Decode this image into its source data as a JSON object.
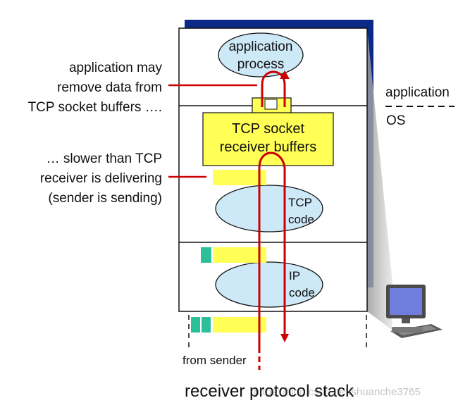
{
  "annotations": {
    "app_remove": [
      "application may",
      "remove data from",
      "TCP socket buffers …."
    ],
    "slower": [
      "… slower than TCP",
      "receiver is delivering",
      "(sender is sending)"
    ]
  },
  "side_labels": {
    "application": "application",
    "os": "OS"
  },
  "stack": {
    "app_process": [
      "application",
      "process"
    ],
    "tcp_buffers": [
      "TCP socket",
      "receiver buffers"
    ],
    "tcp_code": [
      "TCP",
      "code"
    ],
    "ip_code": [
      "IP",
      "code"
    ]
  },
  "from_sender": "from sender",
  "caption": "receiver protocol stack",
  "watermark": "https://blog.csdn.net/shuanche3765",
  "colors": {
    "oval": "#cde8f7",
    "buffer_yellow": "#ffff55",
    "segment_teal": "#2bbf9a",
    "arrow_red": "#cc0000",
    "back_panel": "#0b2a88",
    "shadow": "#b4b4b4"
  },
  "icons": {
    "computer": "computer-icon"
  }
}
